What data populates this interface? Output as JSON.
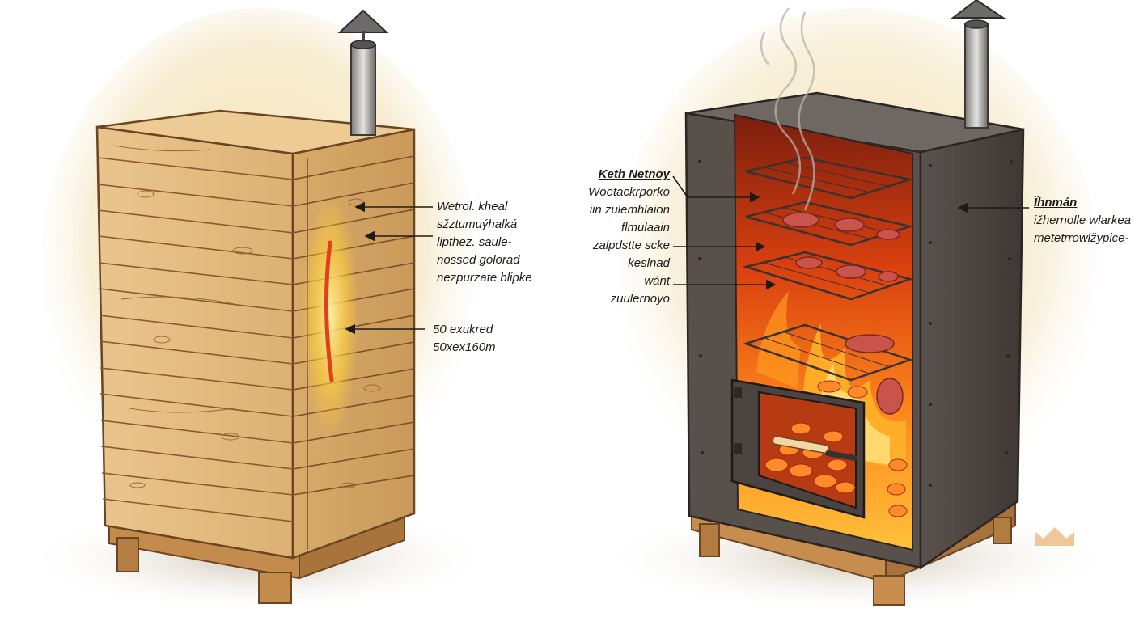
{
  "left_smoker": {
    "labels": [
      {
        "lines": [
          "Wetrol. kheal",
          "sžztumuýhalká",
          "lipthez. saule-",
          "nossed golorad",
          "nezpurzate blipke"
        ]
      },
      {
        "lines": [
          "50 exukred",
          "50xex160m"
        ]
      }
    ]
  },
  "right_smoker": {
    "left_labels": {
      "title": "Keth Netnoy",
      "lines": [
        "Woetackrporko",
        "iin zulemhlaion",
        "flmulaain",
        "zalpdstte scke",
        "keslnad",
        "wánt",
        "zuulernoyo"
      ]
    },
    "right_label": {
      "title": "Ïhnmán",
      "lines": [
        "ižhernolle wlarkea",
        "metetrrowlžypice-"
      ]
    }
  },
  "colors": {
    "wood": "#e2b97c",
    "wood_dark": "#b98547",
    "steel": "#4a4340",
    "fire": "#ff7a1a",
    "glow": "#f3dfae"
  }
}
